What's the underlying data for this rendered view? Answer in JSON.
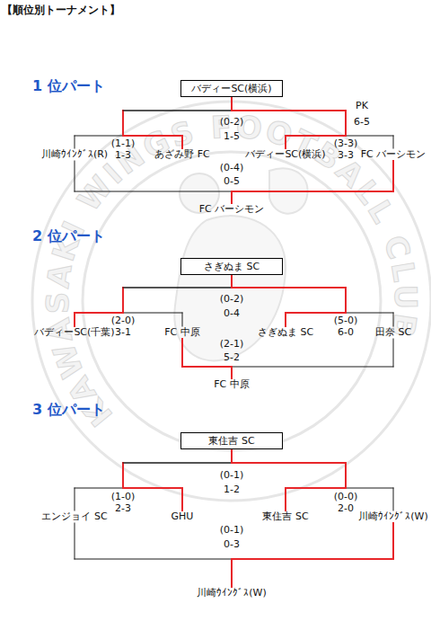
{
  "diagram": {
    "title": "【順位別トーナメント】",
    "nodes": [
      {
        "text": [
          "バディーSC(横浜)"
        ]
      },
      {
        "text": [
          "川崎ｳｲﾝｸﾞｽ(R)"
        ]
      },
      {
        "text": [
          "あざみ野 FC"
        ]
      },
      {
        "text": [
          "バディーSC(横浜)"
        ]
      },
      {
        "text": [
          "FC バーシモン"
        ]
      },
      {
        "text": [
          "FC バーシモン"
        ]
      },
      {
        "text": [
          "さぎぬま SC"
        ]
      },
      {
        "text": [
          "バディーSC(千葉)"
        ]
      },
      {
        "text": [
          "FC 中原"
        ]
      },
      {
        "text": [
          "さぎぬま SC"
        ]
      },
      {
        "text": [
          "田奈 SC"
        ]
      },
      {
        "text": [
          "FC 中原"
        ]
      },
      {
        "text": [
          "東住吉 SC"
        ]
      },
      {
        "text": [
          "エンジョイ SC"
        ]
      },
      {
        "text": [
          "GHU"
        ]
      },
      {
        "text": [
          "東住吉 SC"
        ]
      },
      {
        "text": [
          "川崎ｳｲﾝｸﾞｽ(W)"
        ]
      },
      {
        "text": [
          "川崎ｳｲﾝｸﾞｽ(W)"
        ]
      }
    ],
    "edges": [
      {
        "from": 1,
        "to": 0,
        "arrow": "none"
      },
      {
        "from": 2,
        "to": 0,
        "arrow": "none"
      },
      {
        "from": 3,
        "to": 0,
        "arrow": "none"
      },
      {
        "from": 4,
        "to": 0,
        "arrow": "none"
      },
      {
        "from": 1,
        "to": 5,
        "arrow": "none"
      },
      {
        "from": 4,
        "to": 5,
        "arrow": "none"
      },
      {
        "from": 7,
        "to": 6,
        "arrow": "none"
      },
      {
        "from": 8,
        "to": 6,
        "arrow": "none"
      },
      {
        "from": 9,
        "to": 6,
        "arrow": "none"
      },
      {
        "from": 10,
        "to": 6,
        "arrow": "none"
      },
      {
        "from": 8,
        "to": 11,
        "arrow": "none"
      },
      {
        "from": 10,
        "to": 11,
        "arrow": "none"
      },
      {
        "from": 13,
        "to": 12,
        "arrow": "none"
      },
      {
        "from": 14,
        "to": 12,
        "arrow": "none"
      },
      {
        "from": 15,
        "to": 12,
        "arrow": "none"
      },
      {
        "from": 16,
        "to": 12,
        "arrow": "none"
      },
      {
        "from": 13,
        "to": 17,
        "arrow": "none"
      },
      {
        "from": 16,
        "to": 17,
        "arrow": "none"
      }
    ],
    "labels": [
      "1 位パート",
      "PK",
      "6-5",
      "(0-2)",
      "1-5",
      "(1-1)",
      "1-3",
      "(3-3)",
      "3-3",
      "(0-4)",
      "0-5",
      "2 位パート",
      "(0-2)",
      "0-4",
      "(2-0)",
      "3-1",
      "(5-0)",
      "6-0",
      "(2-1)",
      "5-2",
      "3 位パート",
      "(0-1)",
      "1-2",
      "(1-0)",
      "2-3",
      "(0-0)",
      "2-0",
      "(0-1)",
      "0-3",
      "KAWASAKI WINGS FOOTBALL CLUB"
    ]
  }
}
